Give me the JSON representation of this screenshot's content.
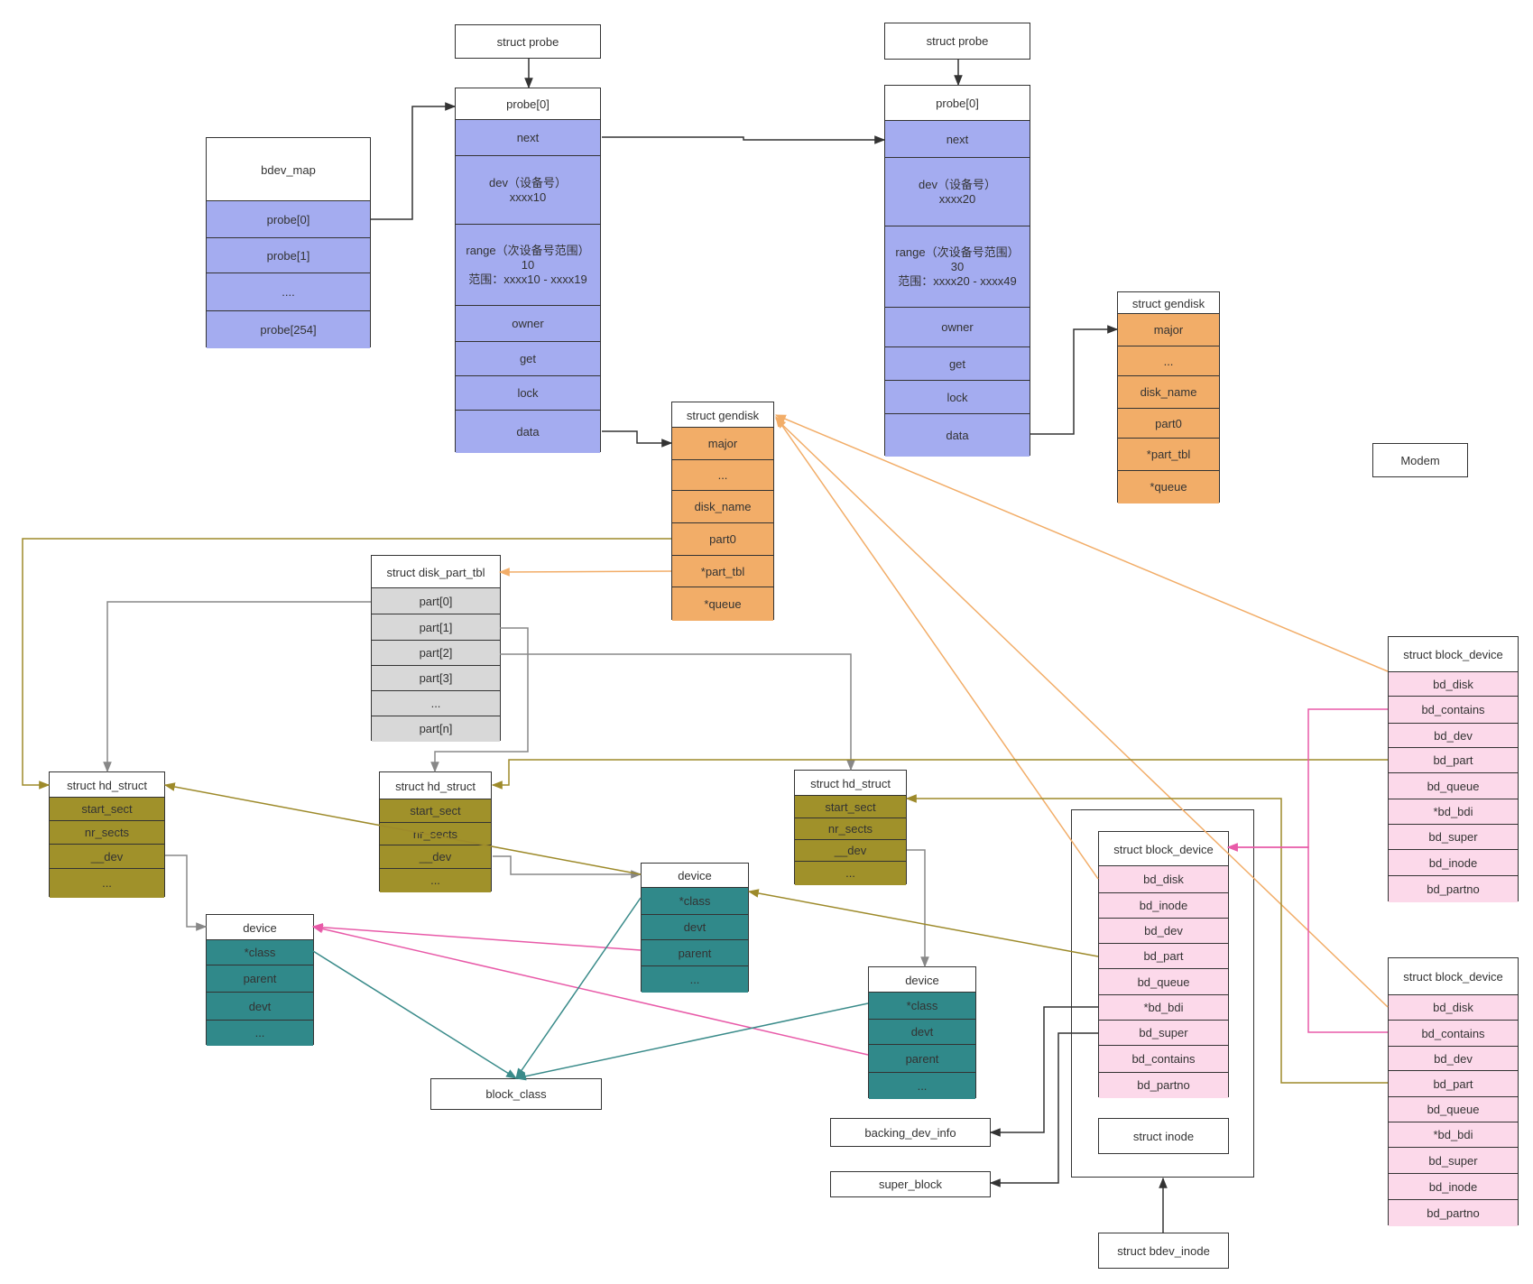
{
  "colors": {
    "blue": "#a4acf0",
    "orange": "#f2ad68",
    "gray": "#d8d8d8",
    "olive": "#a0912a",
    "teal": "#30898a",
    "pink": "#fcd9ea",
    "line_dark": "#333333",
    "line_orange": "#f2ad68",
    "line_olive": "#9d8a2a",
    "line_pink": "#e85aa8",
    "line_teal": "#3a8b8a",
    "line_gray": "#888888"
  },
  "labels": {
    "struct_probe_1": "struct probe",
    "struct_probe_2": "struct probe",
    "modem": "Modem",
    "block_class": "block_class",
    "backing_dev_info": "backing_dev_info",
    "super_block": "super_block",
    "struct_inode": "struct inode",
    "struct_bdev_inode": "struct bdev_inode"
  },
  "bdev_map": {
    "title": "bdev_map",
    "rows": [
      "probe[0]",
      "probe[1]",
      "....",
      "probe[254]"
    ]
  },
  "probe1": {
    "title": "probe[0]",
    "rows": [
      "next",
      "dev（设备号）\nxxxx10",
      "range（次设备号范围）\n10\n范围：xxxx10  - xxxx19",
      "owner",
      "get",
      "lock",
      "data"
    ]
  },
  "probe2": {
    "title": "probe[0]",
    "rows": [
      "next",
      "dev（设备号）\nxxxx20",
      "range（次设备号范围）\n30\n范围：xxxx20  - xxxx49",
      "owner",
      "get",
      "lock",
      "data"
    ]
  },
  "gendisk1": {
    "title": "struct gendisk",
    "rows": [
      "major",
      "...",
      "disk_name",
      "part0",
      "*part_tbl",
      "*queue"
    ]
  },
  "gendisk2": {
    "title": "struct gendisk",
    "rows": [
      "major",
      "...",
      "disk_name",
      "part0",
      "*part_tbl",
      "*queue"
    ]
  },
  "disk_part_tbl": {
    "title": "struct disk_part_tbl",
    "rows": [
      "part[0]",
      "part[1]",
      "part[2]",
      "part[3]",
      "...",
      "part[n]"
    ]
  },
  "hd1": {
    "title": "struct hd_struct",
    "rows": [
      "start_sect",
      "nr_sects",
      "__dev",
      "..."
    ]
  },
  "hd2": {
    "title": "struct hd_struct",
    "rows": [
      "start_sect",
      "nr_sects",
      "__dev",
      "..."
    ]
  },
  "hd3": {
    "title": "struct hd_struct",
    "rows": [
      "start_sect",
      "nr_sects",
      "__dev",
      "..."
    ]
  },
  "dev1": {
    "title": "device",
    "rows": [
      "*class",
      "parent",
      "devt",
      "..."
    ]
  },
  "dev2": {
    "title": "device",
    "rows": [
      "*class",
      "devt",
      "parent",
      "..."
    ]
  },
  "dev3": {
    "title": "device",
    "rows": [
      "*class",
      "devt",
      "parent",
      "..."
    ]
  },
  "bd_center": {
    "title": "struct block_device",
    "rows": [
      "bd_disk",
      "bd_inode",
      "bd_dev",
      "bd_part",
      "bd_queue",
      "*bd_bdi",
      "bd_super",
      "bd_contains",
      "bd_partno"
    ]
  },
  "bd_right1": {
    "title": "struct block_device",
    "rows": [
      "bd_disk",
      "bd_contains",
      "bd_dev",
      "bd_part",
      "bd_queue",
      "*bd_bdi",
      "bd_super",
      "bd_inode",
      "bd_partno"
    ]
  },
  "bd_right2": {
    "title": "struct block_device",
    "rows": [
      "bd_disk",
      "bd_contains",
      "bd_dev",
      "bd_part",
      "bd_queue",
      "*bd_bdi",
      "bd_super",
      "bd_inode",
      "bd_partno"
    ]
  }
}
